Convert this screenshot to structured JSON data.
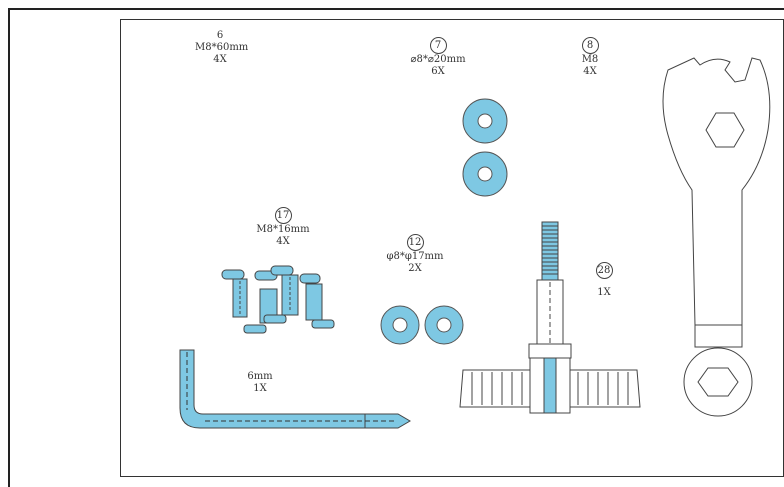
{
  "parts": [
    {
      "number": "6",
      "spec": "M8*60mm",
      "qty": "4X",
      "circled": false
    },
    {
      "number": "7",
      "spec": "⌀8*⌀20mm",
      "qty": "6X",
      "circled": true
    },
    {
      "number": "8",
      "spec": "M8",
      "qty": "4X",
      "circled": true
    },
    {
      "number": "17",
      "spec": "M8*16mm",
      "qty": "4X",
      "circled": true
    },
    {
      "number": "12",
      "spec": "φ8*φ17mm",
      "qty": "2X",
      "circled": true
    },
    {
      "number": "28",
      "spec": "",
      "qty": "1X",
      "circled": true
    },
    {
      "number": "",
      "spec": "6mm",
      "qty": "1X",
      "circled": false
    }
  ],
  "colors": {
    "part_fill": "#7ec8e3",
    "line": "#333333"
  }
}
